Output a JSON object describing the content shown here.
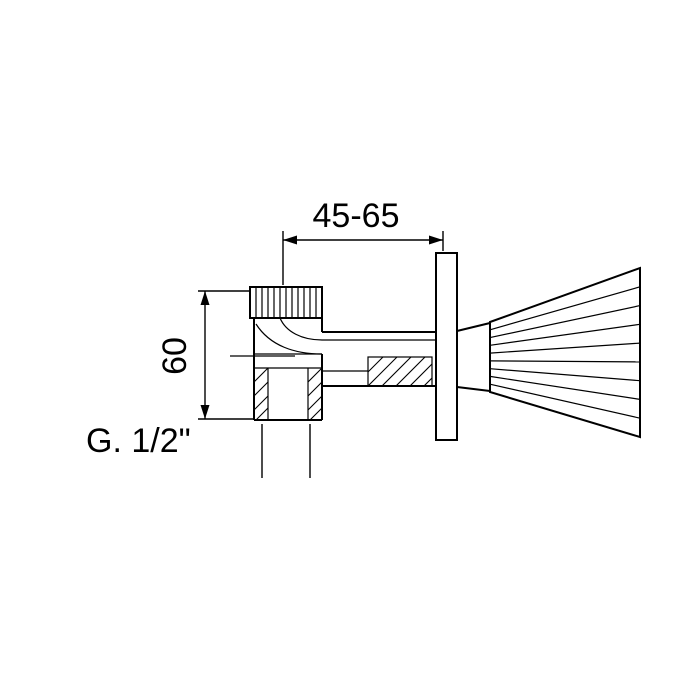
{
  "diagram": {
    "dimensions": {
      "horizontal_range": "45-65",
      "vertical": "60",
      "thread": "G. 1/2\""
    },
    "colors": {
      "line": "#000000",
      "background": "#ffffff"
    }
  }
}
